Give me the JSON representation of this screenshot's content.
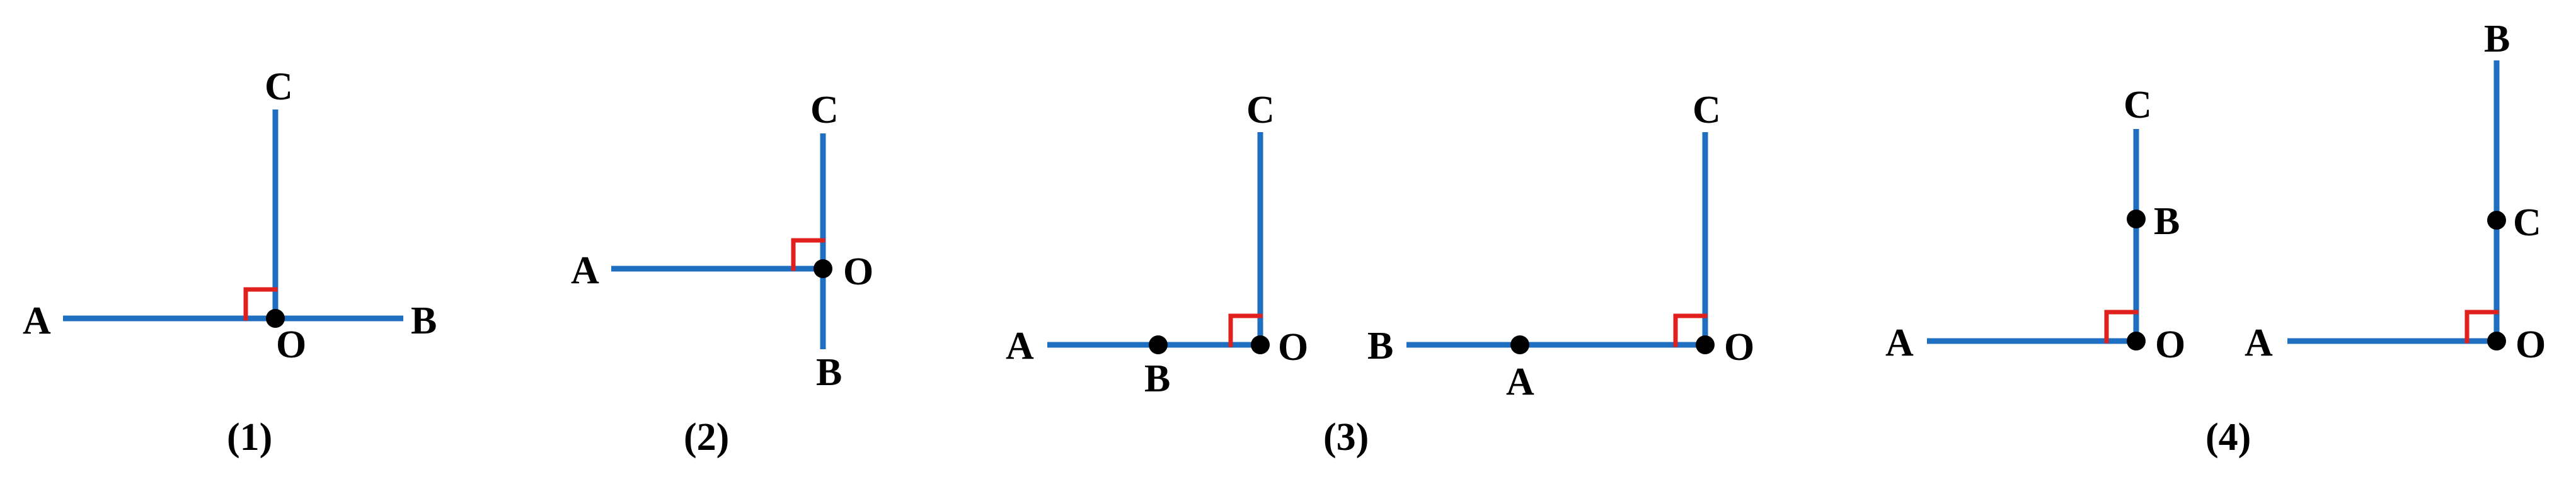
{
  "colors": {
    "line": "#1f6fc0",
    "right_angle_mark": "#e0201c",
    "point": "#000000",
    "text": "#000000"
  },
  "figures": [
    {
      "caption": "(1)",
      "labels": {
        "A": "A",
        "B": "B",
        "C": "C",
        "O": "O"
      }
    },
    {
      "caption": "(2)",
      "labels": {
        "A": "A",
        "B": "B",
        "C": "C",
        "O": "O"
      }
    },
    {
      "caption": "(3)",
      "panels": [
        {
          "labels": {
            "A": "A",
            "B": "B",
            "C": "C",
            "O": "O"
          }
        },
        {
          "labels": {
            "A": "A",
            "B": "B",
            "C": "C",
            "O": "O"
          }
        }
      ]
    },
    {
      "caption": "(4)",
      "panels": [
        {
          "labels": {
            "A": "A",
            "B": "B",
            "C": "C",
            "O": "O"
          }
        },
        {
          "labels": {
            "A": "A",
            "B": "B",
            "C": "C",
            "O": "O"
          }
        }
      ]
    }
  ]
}
